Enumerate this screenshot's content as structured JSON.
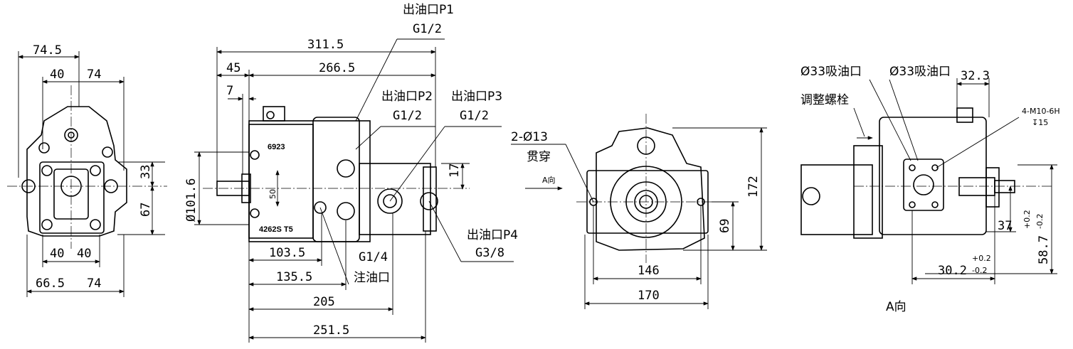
{
  "front_view": {
    "dim_left_total": "74.5",
    "dim_left": "40",
    "dim_right": "74",
    "dim_upper_height": "33",
    "dim_lower_height": "67",
    "dim_bottom_left": "40",
    "dim_bottom_right": "40",
    "dim_base_left": "66.5",
    "dim_base_right": "74"
  },
  "side_view": {
    "nameplate_top": "6923",
    "nameplate_bottom": "4262S  T5",
    "dim_overall": "311.5",
    "dim_flange": "45",
    "dim_body": "266.5",
    "dim_shaft_offset": "7",
    "dim_pilot_diameter": "Ø101.6",
    "dim_shaft_small": "50",
    "dim_port_offset": "17",
    "dim_bottom_1": "103.5",
    "dim_bottom_2": "135.5",
    "dim_bottom_3": "205",
    "dim_bottom_4": "251.5",
    "port_p1_label": "出油口P1",
    "port_p1_thread": "G1/2",
    "port_p2_label": "出油口P2",
    "port_p2_thread": "G1/2",
    "port_p3_label": "出油口P3",
    "port_p3_thread": "G1/2",
    "port_p4_label": "出油口P4",
    "port_p4_thread": "G3/8",
    "fill_thread": "G1/4",
    "fill_label": "注油口"
  },
  "rear_view": {
    "view_arrow_label": "A向",
    "hole_label": "2-Ø13",
    "hole_note": "贯穿",
    "dim_height": "172",
    "dim_center_height": "69",
    "dim_hole_spacing": "146",
    "dim_width": "170"
  },
  "view_a": {
    "suction_label_1": "Ø33吸油口",
    "suction_label_2": "Ø33吸油口",
    "adjust_label": "调整螺栓",
    "dim_offset": "32.3",
    "thread_label": "4-M10-6H",
    "thread_depth": "↧15",
    "dim_37": "37",
    "dim_37_tol_plus": "+0.2",
    "dim_37_tol_minus": "-0.2",
    "dim_height": "58.7",
    "dim_30": "30.2",
    "dim_30_tol_plus": "+0.2",
    "dim_30_tol_minus": "-0.2",
    "caption": "A向"
  }
}
